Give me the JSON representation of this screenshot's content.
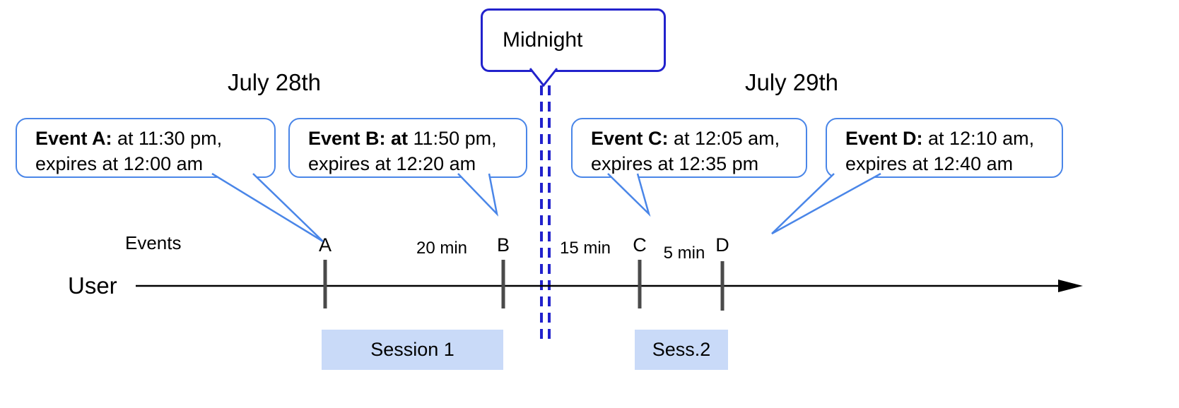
{
  "diagram": {
    "dates": {
      "left": "July 28th",
      "right": "July 29th"
    },
    "midnight": {
      "label": "Midnight"
    },
    "axis": {
      "user_label": "User",
      "events_label": "Events"
    },
    "callouts": [
      {
        "bold": "Event A:",
        "rest": " at 11:30 pm,",
        "line2": "expires at 12:00 am"
      },
      {
        "bold": "Event B: at",
        "rest": " 11:50 pm,",
        "line2": "expires at 12:20 am"
      },
      {
        "bold": "Event C:",
        "rest": " at 12:05 am,",
        "line2": "expires at 12:35 pm"
      },
      {
        "bold": "Event D:",
        "rest": " at 12:10 am,",
        "line2": "expires at 12:40 am"
      }
    ],
    "ticks": [
      {
        "label": "A"
      },
      {
        "label": "B"
      },
      {
        "label": "C"
      },
      {
        "label": "D"
      }
    ],
    "intervals": [
      {
        "label": "20 min"
      },
      {
        "label": "15 min"
      },
      {
        "label": "5 min"
      }
    ],
    "sessions": [
      {
        "label": "Session 1"
      },
      {
        "label": "Sess.2"
      }
    ],
    "colors": {
      "callout_border": "#4a86e8",
      "midnight_border": "#2222cc",
      "dashed_line": "#2222cc",
      "session_fill": "#c9daf8",
      "tick": "#4a4a4a",
      "timeline": "#000000"
    }
  }
}
